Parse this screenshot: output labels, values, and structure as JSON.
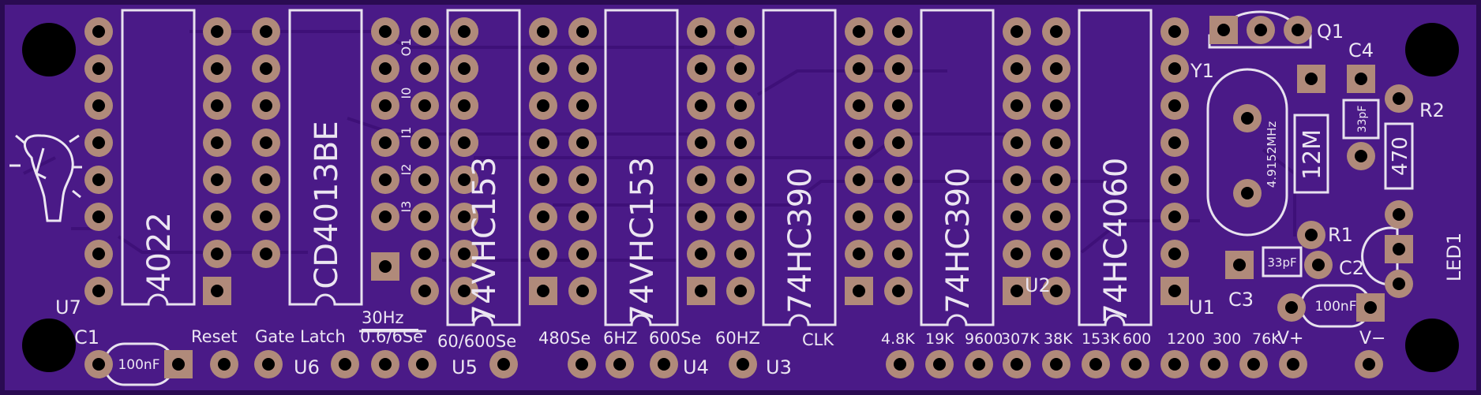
{
  "board": {
    "colors": {
      "background": "#2a0b52",
      "substrate": "#4a1a87",
      "trace": "#3b0d73",
      "silkscreen": "#ece6f2",
      "pad": "#b08a7a",
      "hole": "#000000"
    }
  },
  "chips": [
    {
      "ref": "U7",
      "part": "4022"
    },
    {
      "ref": "U6",
      "part": "CD4013BE"
    },
    {
      "ref": "U5",
      "part": "74VHC153"
    },
    {
      "ref": "U4",
      "part": "74VHC153"
    },
    {
      "ref": "U3",
      "part": "74HC390"
    },
    {
      "ref": "U2",
      "part": "74HC390"
    },
    {
      "ref": "U1",
      "part": "74HC4060"
    }
  ],
  "designators": {
    "u7": "U7",
    "u6": "U6",
    "u5": "U5",
    "u4": "U4",
    "u3": "U3",
    "u2": "U2",
    "u1": "U1",
    "c1": "C1",
    "c2": "C2",
    "c3": "C3",
    "c4": "C4",
    "q1": "Q1",
    "y1": "Y1",
    "r1": "R1",
    "r2": "R2",
    "led1": "LED1"
  },
  "components": {
    "crystal_value": "4.9152MHz",
    "r1_value": "12M",
    "r2_value": "470",
    "c1_value": "100nF",
    "c2_value": "100nF",
    "c3_value": "33pF",
    "c4_value": "33pF"
  },
  "u6_pin_labels": {
    "o1": "O1",
    "i0": "I0",
    "i1": "I1",
    "i2": "I2",
    "i3": "I3"
  },
  "header_labels": [
    "Reset",
    "Gate",
    "Latch",
    "30Hz",
    "0.6/6Se",
    "60/600Se",
    "480Se",
    "6HZ",
    "600Se",
    "60HZ",
    "CLK",
    "4.8K",
    "19K",
    "9600",
    "307K",
    "38K",
    "153K",
    "600",
    "1200",
    "300",
    "76K",
    "V+",
    "V−"
  ]
}
